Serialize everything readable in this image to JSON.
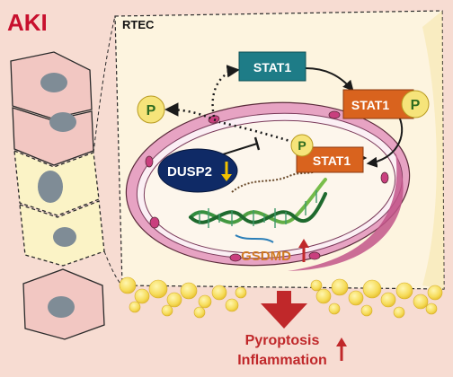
{
  "labels": {
    "condition": "AKI",
    "cell_type": "RTEC",
    "stat1_cytoplasm": "STAT1",
    "stat1_phospho": "STAT1",
    "stat1_nuclear": "STAT1",
    "phospho": "P",
    "phospho_free": "P",
    "phospho_nuclear": "P",
    "phosphatase": "DUSP2",
    "target_gene": "GSDMD",
    "outcome_line1": "Pyroptosis",
    "outcome_line2": "Inflammation"
  },
  "regulation": {
    "DUSP2": "down",
    "GSDMD": "up",
    "Pyroptosis_Inflammation": "up"
  },
  "colors": {
    "background": "#f7dcd2",
    "cell_pink": "#f2c7c2",
    "cell_yellow": "#fbf3c6",
    "nucleus_gray": "#7f8c96",
    "rtec_fill": "#fdf4df",
    "stat1_teal": "#1e7c87",
    "stat1_orange": "#d9631e",
    "phospho_yellow": "#f6e47a",
    "phospho_green": "#2e6b1f",
    "dusp2_navy": "#0f2a66",
    "arrow_yellow": "#f2c200",
    "gsdmd_text": "#cf7a22",
    "outcome_red": "#c0282a",
    "membrane_pink": "#e7a3c3",
    "aki_red": "#c8102e"
  }
}
